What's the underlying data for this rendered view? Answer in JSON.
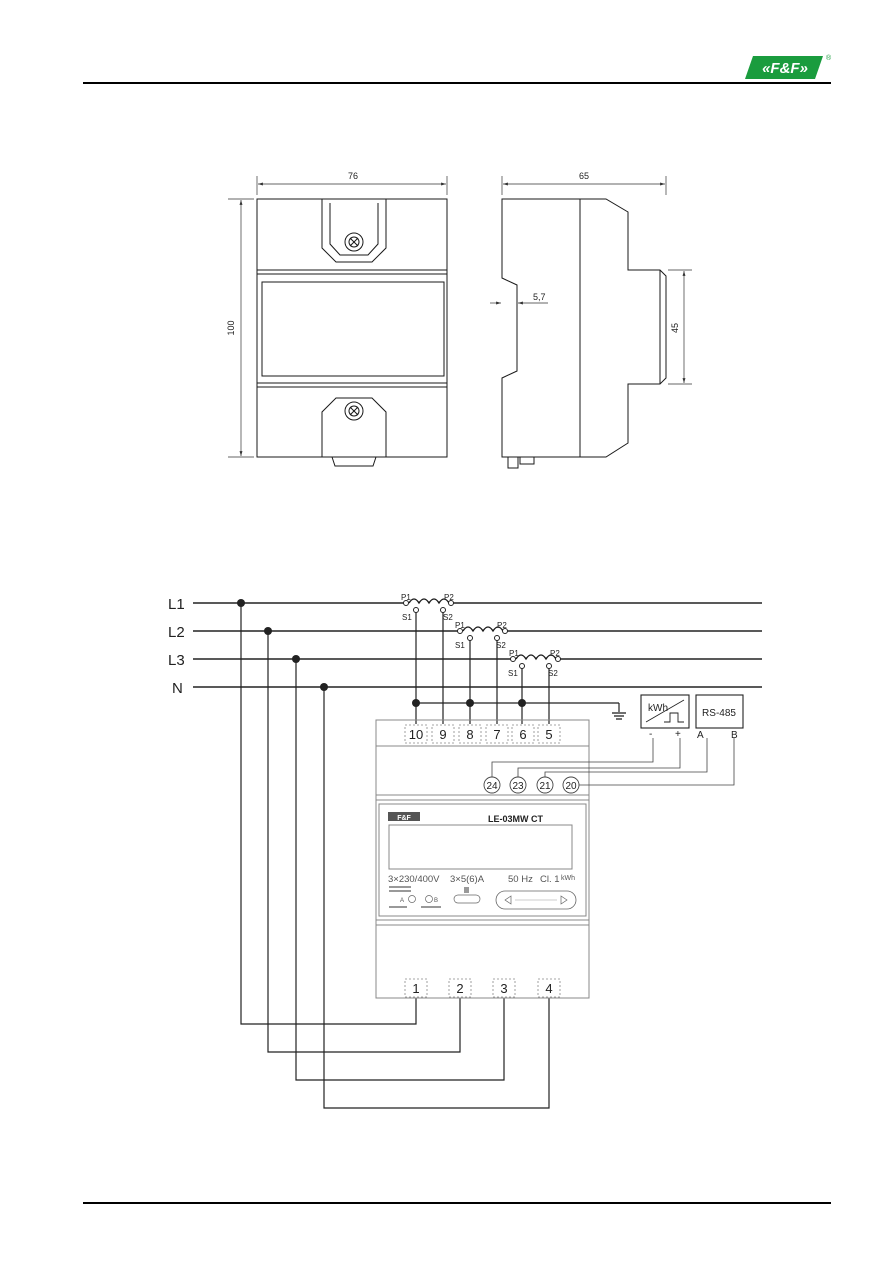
{
  "header": {
    "logo_text": "«F&F»",
    "logo_reg": "®",
    "logo_color": "#1a9c3e"
  },
  "dimension_drawing": {
    "front_width": "76",
    "side_depth": "65",
    "height": "100",
    "rail_offset": "5,7",
    "rail_height": "45"
  },
  "wiring_diagram": {
    "lines": [
      "L1",
      "L2",
      "L3",
      "N"
    ],
    "ct_labels": {
      "p1": "P1",
      "p2": "P2",
      "s1": "S1",
      "s2": "S2"
    },
    "top_terminals": [
      "10",
      "9",
      "8",
      "7",
      "6",
      "5"
    ],
    "bottom_terminals": [
      "1",
      "2",
      "3",
      "4"
    ],
    "output_terminals": [
      "24",
      "23",
      "21",
      "20"
    ],
    "pulse_box": {
      "label": "kWh",
      "minus": "-",
      "plus": "+"
    },
    "rs485_box": {
      "label": "RS-485",
      "a": "A",
      "b": "B"
    },
    "meter": {
      "brand": "F&F",
      "model": "LE-03MW CT",
      "voltage": "3×230/400V",
      "current": "3×5(6)A",
      "frequency": "50 Hz",
      "class": "Cl. 1",
      "unit": "kWh",
      "led_a": "A",
      "led_b": "B"
    }
  }
}
